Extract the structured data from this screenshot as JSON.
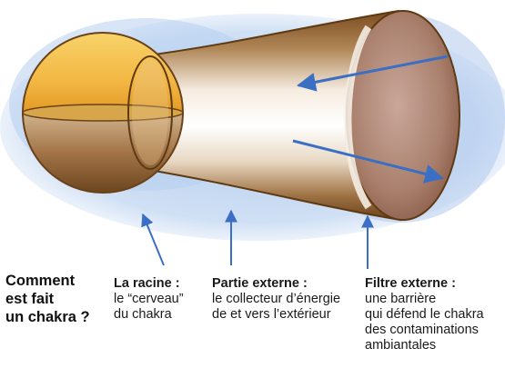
{
  "title_lines": [
    "Comment",
    "est fait",
    "un chakra ?"
  ],
  "labels": [
    {
      "title": "La racine :",
      "lines": [
        "le “cerveau”",
        "du chakra"
      ]
    },
    {
      "title": "Partie externe :",
      "lines": [
        "le collecteur d’énergie",
        "de et vers l’extérieur"
      ]
    },
    {
      "title": "Filtre externe :",
      "lines": [
        "une barrière",
        "qui défend le chakra",
        "des contaminations",
        "ambiantales"
      ]
    }
  ],
  "colors": {
    "background_blue": "#a9c6ea",
    "sphere_gold": "#f3b743",
    "sphere_brown": "#9a6a36",
    "funnel_outline": "#5e3a12",
    "funnel_brown": "#8a5a2b",
    "mouth_inner": "#b08a78",
    "arrow_blue": "#3a6fc4"
  }
}
